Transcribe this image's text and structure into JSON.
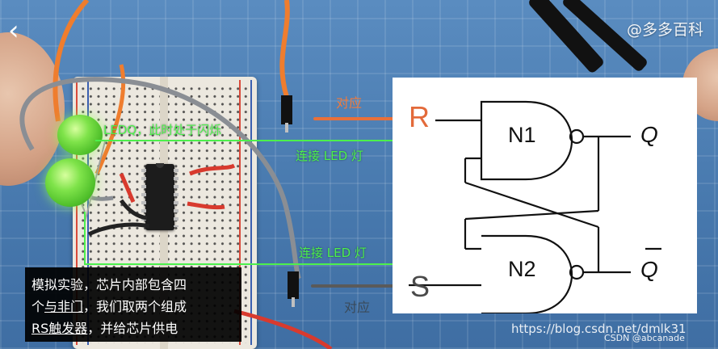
{
  "nav": {
    "back_glyph": "‹"
  },
  "brand": {
    "text": "@多多百科"
  },
  "annotations": {
    "ledq": "LEDQ，此时处于闪烁",
    "connect_led_top": "连接 LED 灯",
    "connect_led_bottom": "连接 LED 灯",
    "correspond_top": "对应",
    "correspond_bottom": "对应"
  },
  "diagram": {
    "r_input": "R",
    "s_input": "S",
    "gate_top": "N1",
    "gate_bottom": "N2",
    "out_q": "Q",
    "out_qbar": "Q"
  },
  "caption": {
    "line1": "模拟实验，芯片内部包含四",
    "line2_pre": "个",
    "line2_u": "与非门",
    "line2_post": "，我们取两个组成",
    "line3_u": "RS触发器",
    "line3_post": "，并给芯片供电"
  },
  "watermark": {
    "url": "https://blog.csdn.net/dmlk31",
    "csdn": "CSDN @abcanade"
  },
  "colors": {
    "annotation_green": "#4cf04c",
    "annotation_orange": "#f07a3c",
    "mat_blue": "#4d7fb3"
  }
}
